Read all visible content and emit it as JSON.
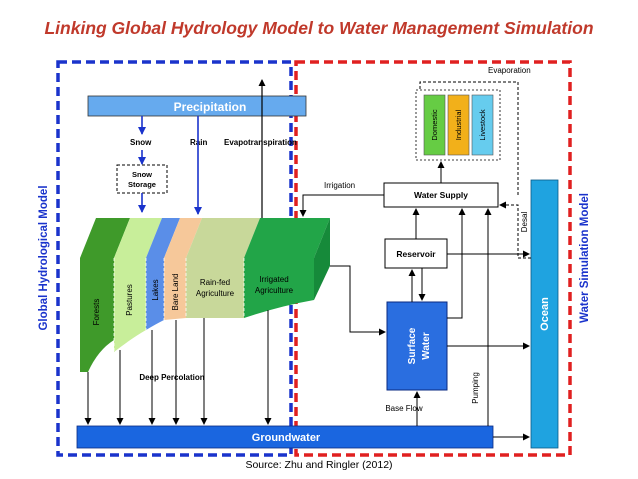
{
  "title": "Linking Global Hydrology Model to Water Management Simulation",
  "source": "Source: Zhu and Ringler (2012)",
  "labels": {
    "global_model": "Global Hydrological Model",
    "water_sim_model": "Water Simulation Model",
    "precipitation": "Precipitation",
    "snow": "Snow",
    "rain": "Rain",
    "evapotranspiration": "Evapotranspiration",
    "snow_storage_1": "Snow",
    "snow_storage_2": "Storage",
    "evaporation": "Evaporation",
    "domestic": "Domestic",
    "industrial": "Industrial",
    "livestock": "Livestock",
    "irrigation": "Irrigation",
    "water_supply": "Water Supply",
    "desal": "Desal",
    "reservoir": "Reservoir",
    "surface_water_1": "Surface",
    "surface_water_2": "Water",
    "ocean": "Ocean",
    "forests": "Forests",
    "pastures": "Pastures",
    "lakes": "Lakes",
    "bare_land": "Bare Land",
    "rainfed_1": "Rain-fed",
    "rainfed_2": "Agriculture",
    "irrigated_1": "Irrigated",
    "irrigated_2": "Agriculture",
    "deep_percolation": "Deep Percolation",
    "pumping": "Pumping",
    "base_flow": "Base Flow",
    "groundwater": "Groundwater"
  },
  "colors": {
    "title": "#c0392b",
    "blue_box": "#1a33cc",
    "red_box": "#e02020",
    "precip": "#66aaee",
    "groundwater": "#1a66e0",
    "surface_water": "#2a6ee0",
    "ocean": "#1fa3e0",
    "domestic": "#66cc44",
    "industrial": "#f2b01a",
    "livestock": "#66ccee",
    "forests": "#3f9a2a",
    "pastures": "#c8ee9a",
    "lakes": "#5a8ee8",
    "bare_land": "#f6c89a",
    "rainfed": "#c8d89a",
    "irrigated": "#22a548"
  }
}
